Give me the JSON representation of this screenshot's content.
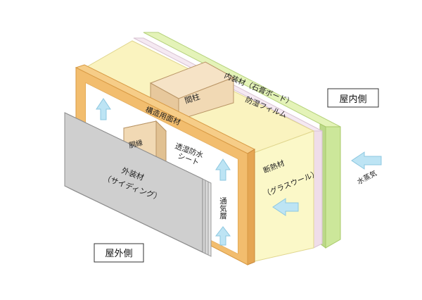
{
  "labels": {
    "interior_board": "内装材（石膏ボード）",
    "vapor_film": "防湿フィルム",
    "indoor": "屋内側",
    "stud": "間柱",
    "sheathing": "構造用面材",
    "furring": "胴縁",
    "breathable_sheet_l1": "透湿防水",
    "breathable_sheet_l2": "シート",
    "insulation_l1": "断熱材",
    "insulation_l2": "（グラスウール）",
    "siding_l1": "外装材",
    "siding_l2": "（サイディング）",
    "air_layer": "通気層",
    "water_vapor": "水蒸気",
    "outdoor": "屋外側"
  },
  "colors": {
    "board": "#d6ec9e",
    "board_edge": "#a8c96a",
    "film": "#f3e6f0",
    "insulation": "#fbf7c4",
    "sheathing": "#f2bd6e",
    "wood": "#f1d9b4",
    "siding": "#cfcfcf",
    "arrow": "#bde4f4"
  }
}
